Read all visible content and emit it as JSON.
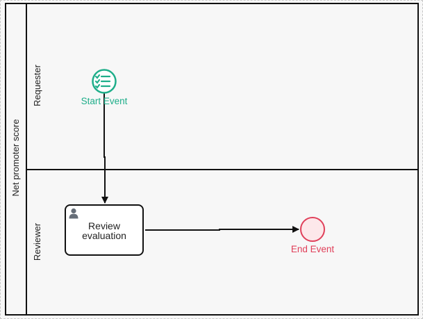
{
  "pool": {
    "label": "Net promoter score"
  },
  "lanes": [
    {
      "id": "requester",
      "label": "Requester"
    },
    {
      "id": "reviewer",
      "label": "Reviewer"
    }
  ],
  "start_event": {
    "label": "Start Event",
    "color": "#1fae8a",
    "icon": "checklist-icon"
  },
  "task": {
    "label_line1": "Review",
    "label_line2": "evaluation",
    "icon": "user-icon"
  },
  "end_event": {
    "label": "End Event",
    "color": "#e0405a"
  }
}
